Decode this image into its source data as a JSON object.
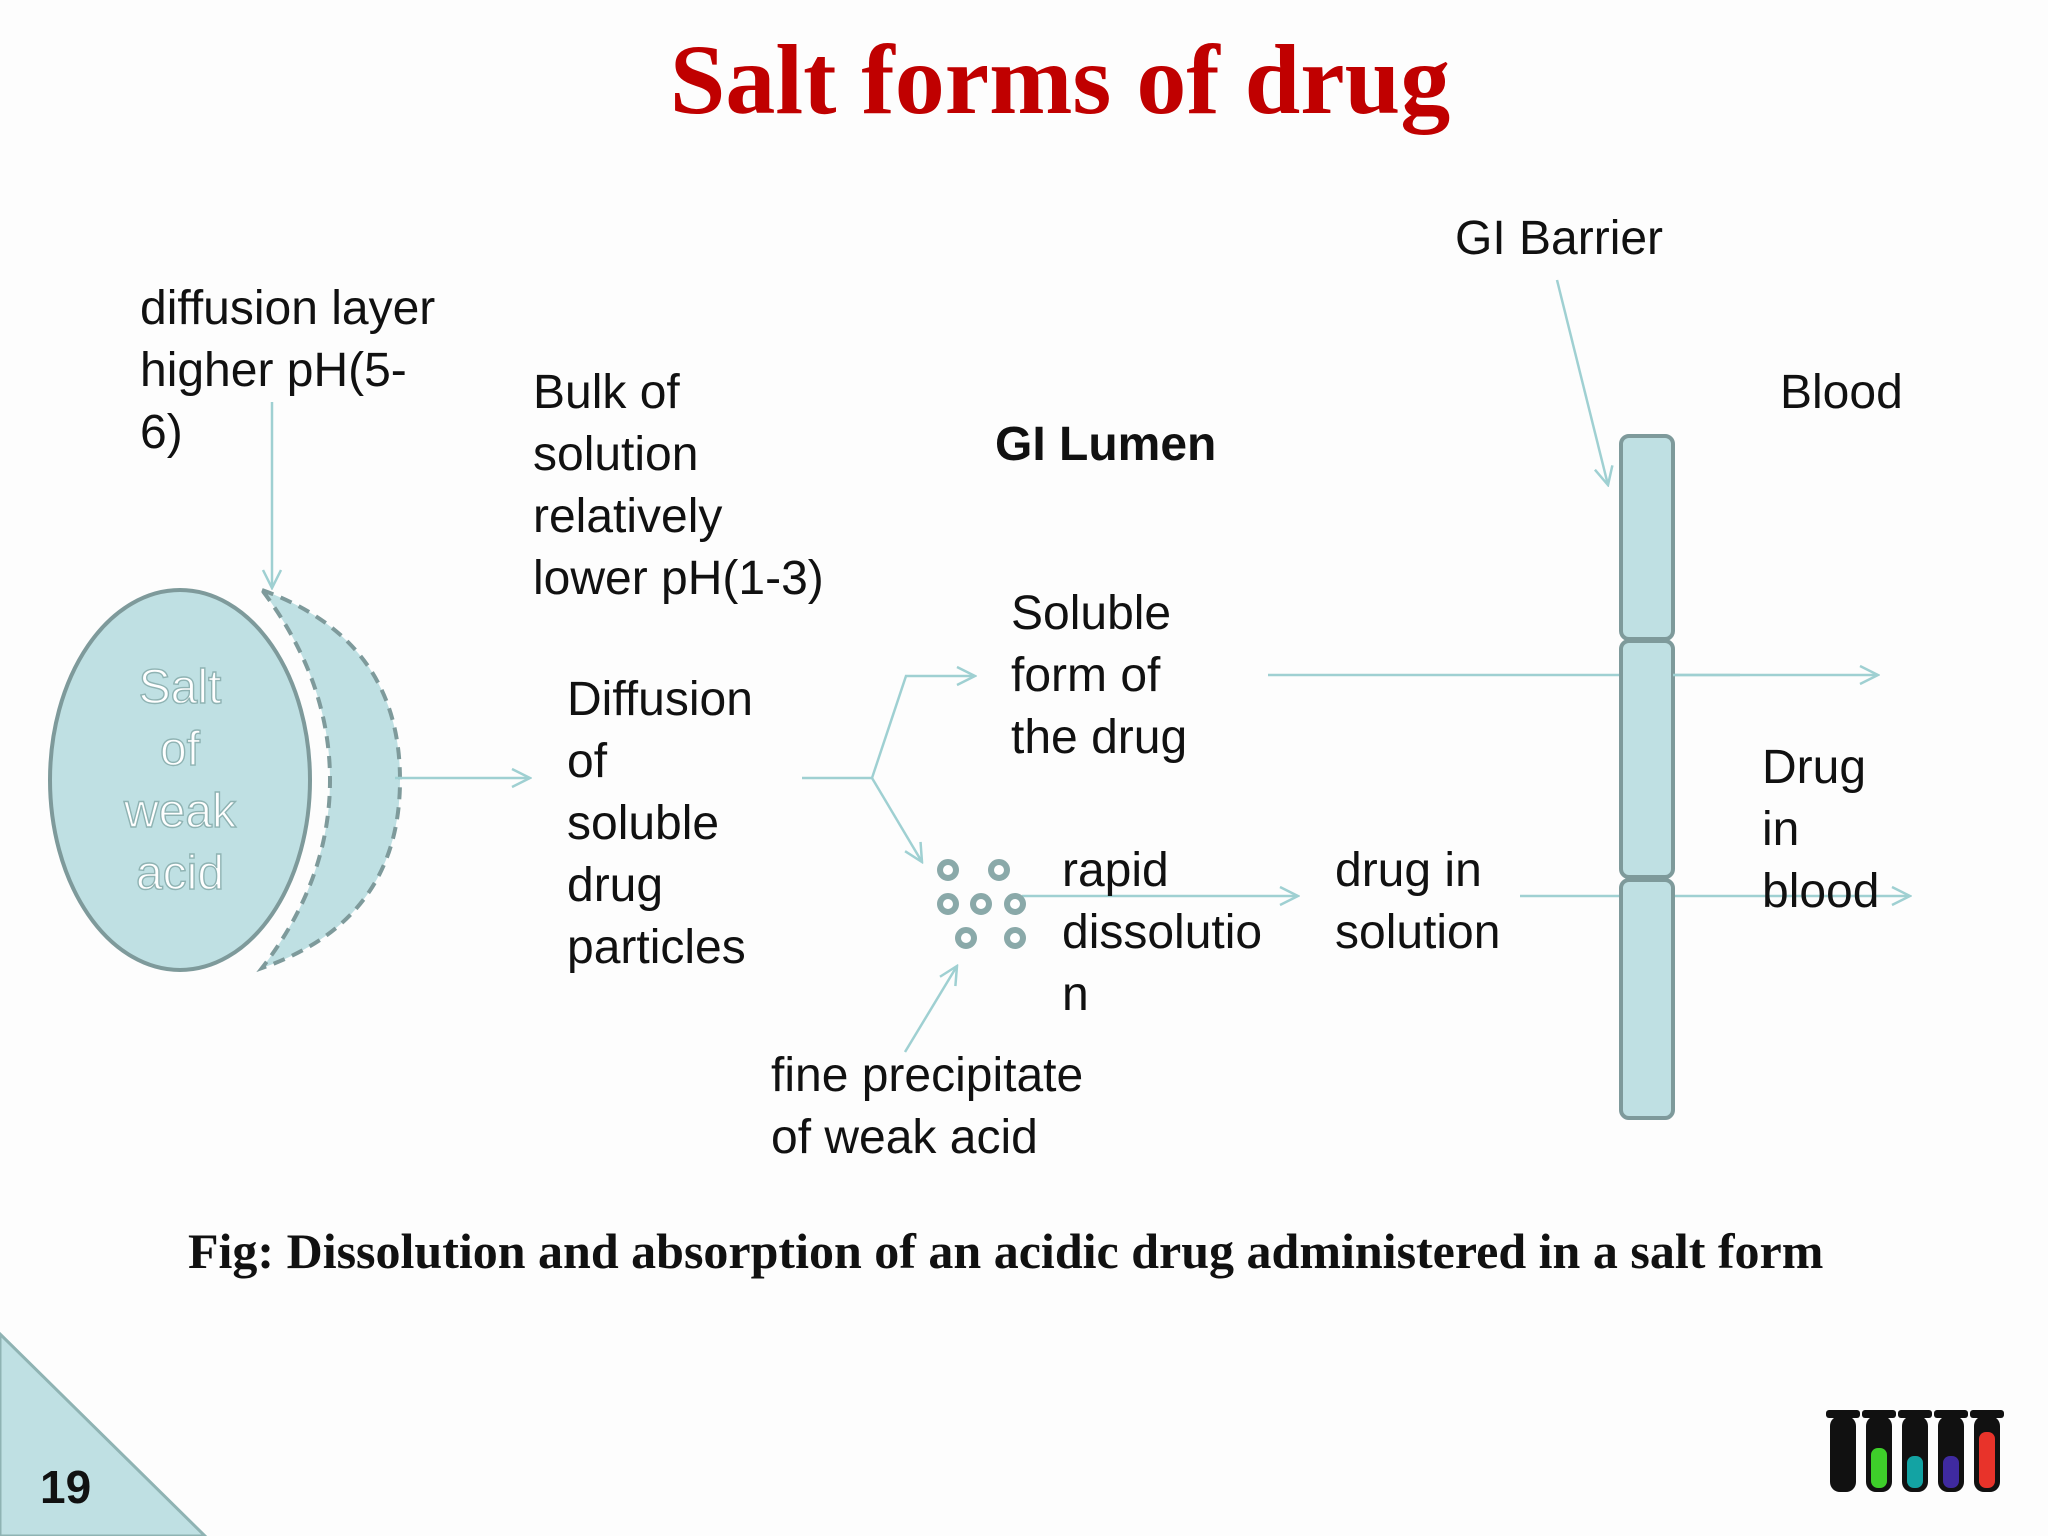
{
  "slide": {
    "title": "Salt forms of drug",
    "page_number": "19",
    "caption": "Fig: Dissolution and absorption of an acidic drug administered in a salt form"
  },
  "diagram": {
    "tablet_label_lines": [
      "Salt",
      "of",
      "weak",
      "acid"
    ],
    "diffusion_layer_lines": [
      "diffusion layer",
      "higher pH(5-",
      "6)"
    ],
    "bulk_solution_lines": [
      "Bulk of",
      "solution",
      "relatively",
      "lower pH(1-3)"
    ],
    "diffusion_particles_lines": [
      "Diffusion",
      "of",
      "soluble",
      "drug",
      "particles"
    ],
    "gi_lumen": "GI Lumen",
    "soluble_form_lines": [
      "Soluble",
      "form of",
      "the drug"
    ],
    "rapid_dissolution_lines": [
      "rapid",
      "dissolutio",
      "n"
    ],
    "fine_precipitate_lines": [
      "fine precipitate",
      "of weak acid"
    ],
    "drug_in_solution_lines": [
      "drug in",
      "solution"
    ],
    "gi_barrier": "GI Barrier",
    "blood": "Blood",
    "drug_in_blood_lines": [
      "Drug",
      "in",
      "blood"
    ]
  },
  "colors": {
    "title": "#c00000",
    "tablet_fill": "#bfe0e3",
    "outline": "#7e9a9b",
    "arrow": "#9fd0d2",
    "corner_triangle": "#bfe0e3",
    "tube_colors": [
      "#111111",
      "#3ecf2a",
      "#13a3a3",
      "#3f2aa0",
      "#e8332a"
    ]
  }
}
